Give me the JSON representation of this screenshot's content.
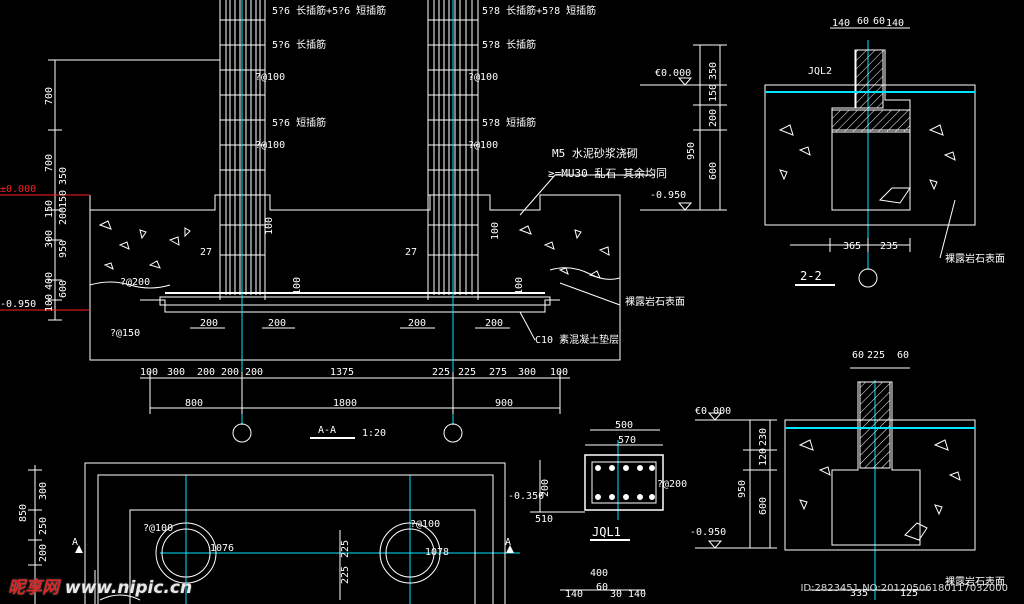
{
  "colors": {
    "background": "#000000",
    "outline": "#ffffff",
    "rebar": "#ffffff",
    "dimension": "#ffffff",
    "axis": "#00e5ff",
    "level_line": "#00e5ff",
    "label": "#ffffff",
    "red_mark": "#ff2020"
  },
  "section_aa": {
    "title": "A-A",
    "scale": "1:20",
    "left_column": {
      "top_note": "5?6 长插筋+5?6 短插筋",
      "long_bars": "5?6 长插筋",
      "stirrup_1": "?@100",
      "short_bars": "5?6 短插筋",
      "stirrup_2": "?@100"
    },
    "right_column": {
      "top_note": "5?8 长插筋+5?8 短插筋",
      "long_bars": "5?8 长插筋",
      "stirrup_1": "?@100",
      "short_bars": "5?8 短插筋",
      "stirrup_2": "?@100"
    },
    "masonry_note_1": "M5 水泥砂浆浇砌",
    "masonry_note_2": "≥=MU30 乱石 其余均同",
    "elev_right_top": "-0.950",
    "rock_surface": "裸露岩石表面",
    "cushion": "C10 素混凝土垫层",
    "footing_bars": "?@200",
    "footing_bars_lower": "?@150",
    "left_elev_top": "±0.000",
    "left_elev_bottom": "-0.950",
    "left_vdims": [
      "700",
      "700",
      "150",
      "300",
      "400",
      "100"
    ],
    "vdim_mid_right": [
      "600",
      "950",
      "200",
      "150",
      "350"
    ],
    "lap_label_1": "27",
    "lap_label_2": "27",
    "lap_100_a": "100",
    "lap_100_b": "100",
    "lap_100_c": "100",
    "lap_100_d": "100",
    "spacing_200": [
      "200",
      "200",
      "200",
      "200"
    ],
    "hdim_row1": [
      "100",
      "300",
      "200",
      "200",
      "200",
      "1375",
      "225",
      "225",
      "275",
      "300",
      "100"
    ],
    "hdim_row2": [
      "800",
      "1800",
      "900"
    ],
    "elev_top": "€0.000",
    "vdim_right": [
      "350",
      "150",
      "200",
      "600",
      "950"
    ]
  },
  "section_22": {
    "title": "2-2",
    "beam": "JQL2",
    "top_dims": [
      "140",
      "60",
      "60",
      "140"
    ],
    "bottom_dims": [
      "365",
      "235"
    ],
    "rock_surface": "裸露岩石表面"
  },
  "section_33": {
    "top_dims": [
      "60",
      "225",
      "60"
    ],
    "elev_top": "€0.000",
    "elev_bottom": "-0.950",
    "vdims": [
      "230",
      "120",
      "950",
      "600"
    ],
    "bottom_dims": [
      "335",
      "125"
    ],
    "rock_surface": "裸露岩石表面"
  },
  "beam_jql1": {
    "title": "JQL1",
    "width_outer": "500",
    "width_inner": "570",
    "height": "200",
    "stirrup": "?@200",
    "elev": "-0.350",
    "bottom": "510"
  },
  "plan": {
    "vdims": [
      "850",
      "300",
      "250",
      "200"
    ],
    "ring_left": "?@100",
    "ring_right": "?@100",
    "dia_left": "1076",
    "dia_right": "1078",
    "dims_225": [
      "225",
      "225"
    ],
    "cut_marker": "A",
    "bottom_dims": [
      "400",
      "140",
      "60",
      "30",
      "140"
    ]
  },
  "watermark": {
    "site": "昵享网",
    "url": "www.nipic.cn",
    "id": "ID:2823451 NO:20120506180117032000"
  }
}
